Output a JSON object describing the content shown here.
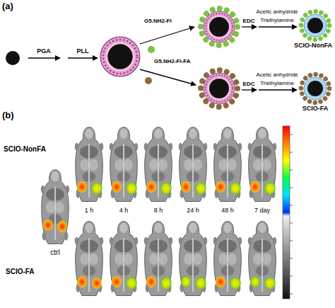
{
  "diagram": {
    "nodes": [
      {
        "text": [
          "SCIO-NonFA"
        ]
      },
      {
        "text": [
          "SCIO-FA"
        ]
      }
    ],
    "labels": [
      "(a)",
      "PGA",
      "PLL",
      "G5.NH2-FI",
      "G5.NH2-FI-FA",
      "EDC",
      "Acetic anhydride",
      "Triethylamine",
      "EDC",
      "Acetic anhydride",
      "Triethylamine",
      "(b)",
      "SCIO-NonFA",
      "ctrl",
      "1 h",
      "4 h",
      "8 h",
      "24 h",
      "48 h",
      "7 day",
      "SCIO-FA"
    ]
  }
}
